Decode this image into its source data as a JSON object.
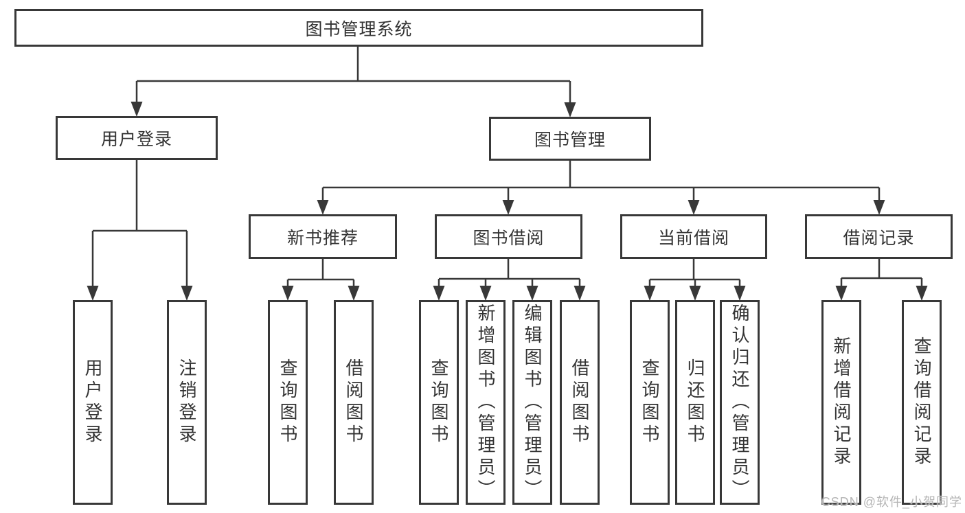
{
  "tree": {
    "root": "图书管理系统",
    "branches": [
      {
        "label": "用户登录",
        "leaves": [
          "用户登录",
          "注销登录"
        ]
      },
      {
        "label": "图书管理",
        "groups": [
          {
            "label": "新书推荐",
            "leaves": [
              "查询图书",
              "借阅图书"
            ]
          },
          {
            "label": "图书借阅",
            "leaves": [
              "查询图书",
              "新增图书（管理员）",
              "编辑图书（管理员）",
              "借阅图书"
            ]
          },
          {
            "label": "当前借阅",
            "leaves": [
              "查询图书",
              "归还图书",
              "确认归还（管理员）"
            ]
          },
          {
            "label": "借阅记录",
            "leaves": [
              "新增借阅记录",
              "查询借阅记录"
            ]
          }
        ]
      }
    ]
  },
  "watermark": {
    "text": "CSDN @软件_小贺同学"
  },
  "colors": {
    "line": "#383838",
    "box_border": "#383838",
    "text": "#333333",
    "watermark": "#b5b5b5",
    "background": "#ffffff"
  }
}
